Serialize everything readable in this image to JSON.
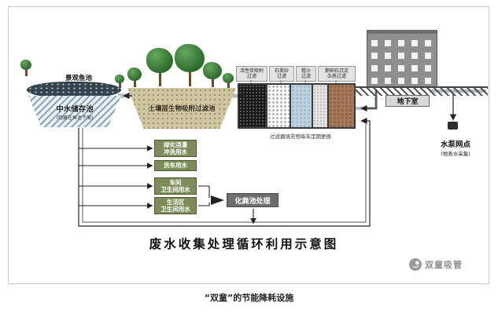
{
  "diagram": {
    "title": "废水收集处理循环利用示意图",
    "pond": {
      "label": "景观鱼池"
    },
    "storage": {
      "label": "中水储存池",
      "note": "(隐藏在鱼池下面)"
    },
    "soil": {
      "label": "土壤层生物吸附过滤池"
    },
    "filters": {
      "labels": [
        "活性炭吸附\n过滤",
        "石英砂\n过滤",
        "粗沙\n过滤",
        "鹅卵石沉淀\n杂质过滤"
      ],
      "note": "过滤器填充物每年定期更换"
    },
    "building": {
      "basement_label": "地下室"
    },
    "pump": {
      "label": "水泵网点",
      "note": "(地表水采集)"
    },
    "uses": [
      {
        "label": "绿化浇灌\n冲洗用水"
      },
      {
        "label": "洗车用水"
      },
      {
        "label": "车间\n卫生间用水"
      },
      {
        "label": "生活区\n卫生间用水"
      }
    ],
    "septic": {
      "label": "化粪池处理"
    }
  },
  "footer": {
    "logo_text": "双童吸管",
    "caption": "“双童”的节能降耗设施"
  }
}
